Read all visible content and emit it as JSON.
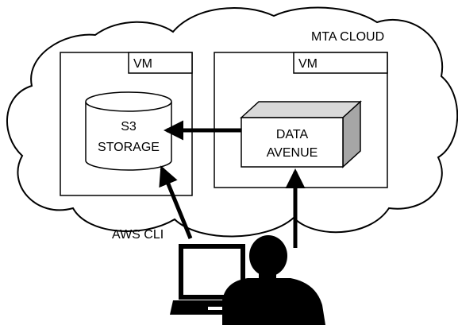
{
  "cloud": {
    "label": "MTA CLOUD"
  },
  "vm_left": {
    "label": "VM",
    "storage": {
      "line1": "S3",
      "line2": "STORAGE"
    }
  },
  "vm_right": {
    "label": "VM",
    "service": {
      "line1": "DATA",
      "line2": "AVENUE"
    }
  },
  "client": {
    "cli_label": "AWS CLI"
  },
  "colors": {
    "stroke": "#000000",
    "cloud_fill": "#ffffff",
    "box_side": "#a6a6a6",
    "box_top": "#d9d9d9",
    "silhouette": "#000000"
  }
}
